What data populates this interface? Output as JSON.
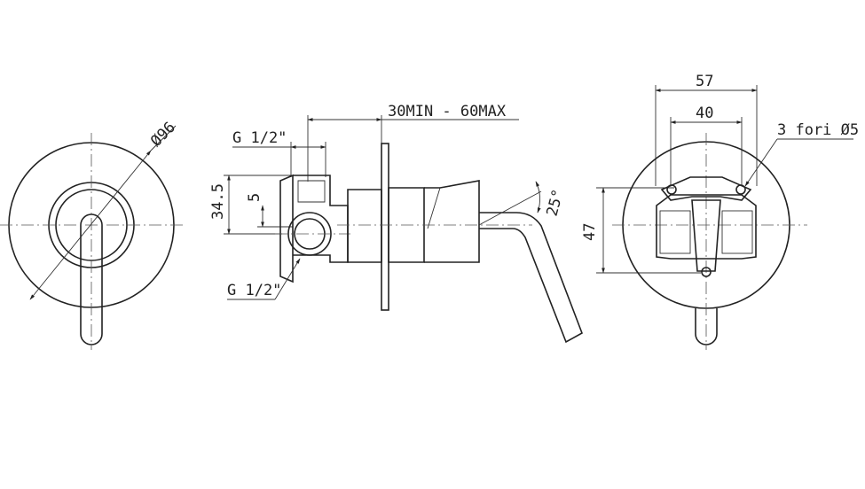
{
  "views": {
    "front": {
      "diameter_label": "Ø96"
    },
    "side": {
      "inlet_top_label": "G 1/2\"",
      "inlet_bottom_label": "G 1/2\"",
      "depth_label": "30MIN - 60MAX",
      "height_label": "34.5",
      "offset_label": "5",
      "angle_label": "25°"
    },
    "rear": {
      "width_outer_label": "57",
      "width_inner_label": "40",
      "holes_label": "3 fori Ø5",
      "height_label": "47"
    }
  }
}
